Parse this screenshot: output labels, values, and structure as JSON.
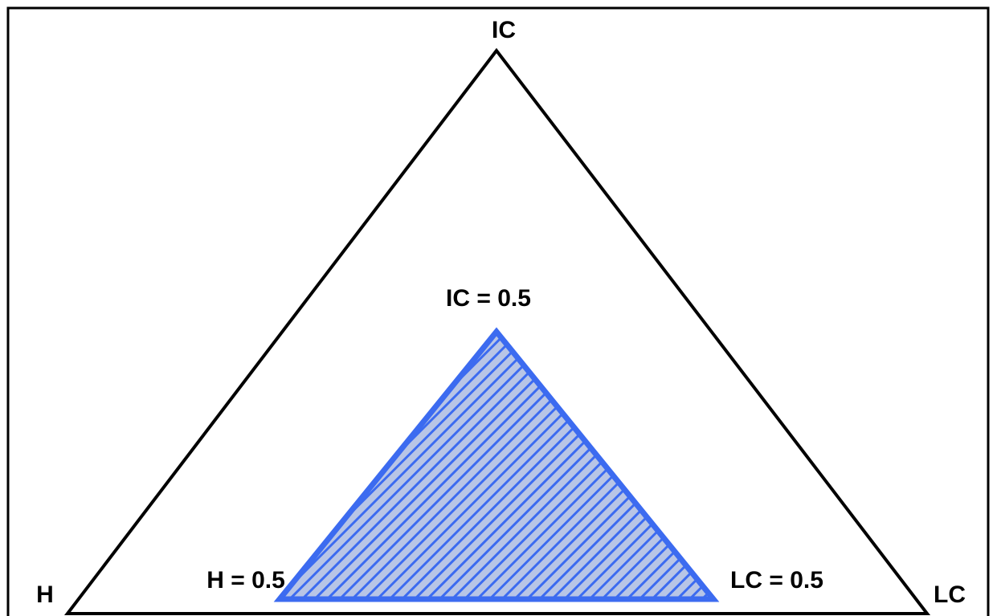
{
  "colors": {
    "outer_stroke": "#000000",
    "inner_stroke": "#3c6bf0",
    "hatch_fill": "#b8c5e6",
    "hatch_line": "#3c6bf0",
    "frame": "#000000"
  },
  "outer_triangle": {
    "vertex_labels": {
      "top": "IC",
      "left": "H",
      "right": "LC"
    }
  },
  "inner_triangle": {
    "vertex_labels": {
      "top": "IC = 0.5",
      "left": "H = 0.5",
      "right": "LC = 0.5"
    }
  }
}
